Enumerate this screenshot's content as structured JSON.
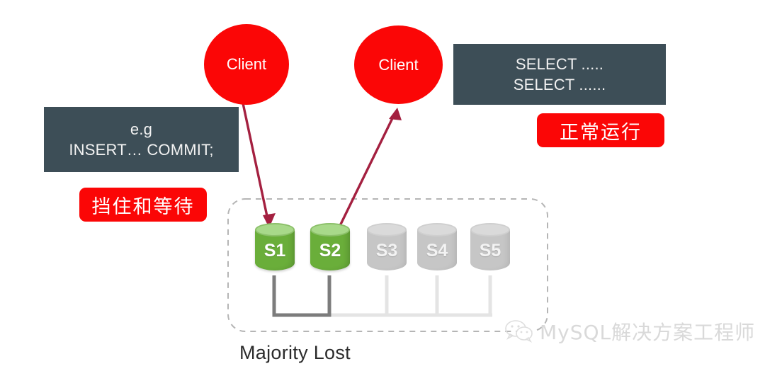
{
  "diagram": {
    "caption": "Majority Lost",
    "clients": [
      {
        "id": "client-left",
        "label": "Client"
      },
      {
        "id": "client-right",
        "label": "Client"
      }
    ],
    "code_boxes": [
      {
        "id": "box-insert",
        "line1": "e.g",
        "line2": "INSERT… COMMIT;",
        "bg": "#3d4e57",
        "text_color": "#f2f2f2"
      },
      {
        "id": "box-select",
        "line1": "SELECT .....",
        "line2": "SELECT ......",
        "bg": "#3d4e57",
        "text_color": "#f2f2f2"
      }
    ],
    "badges": [
      {
        "id": "badge-block",
        "label": "挡住和等待",
        "color": "#fb0606"
      },
      {
        "id": "badge-normal",
        "label": "正常运行",
        "color": "#fb0606"
      }
    ],
    "servers": [
      {
        "label": "S1",
        "state": "online",
        "color": "#6aae3a"
      },
      {
        "label": "S2",
        "state": "online",
        "color": "#6aae3a"
      },
      {
        "label": "S3",
        "state": "offline",
        "color": "#c6c6c6"
      },
      {
        "label": "S4",
        "state": "offline",
        "color": "#c6c6c6"
      },
      {
        "label": "S5",
        "state": "offline",
        "color": "#c6c6c6"
      }
    ],
    "arrows": [
      {
        "name": "client-to-s1",
        "direction": "down",
        "color": "#a42040"
      },
      {
        "name": "s2-to-client",
        "direction": "up",
        "color": "#a42040"
      }
    ],
    "cluster_boundary": {
      "style": "dashed",
      "color": "#b5b5b5"
    },
    "watermark": {
      "text": "MySQL解决方案工程师",
      "icon": "wechat-icon",
      "color": "#d9d9d9"
    }
  }
}
